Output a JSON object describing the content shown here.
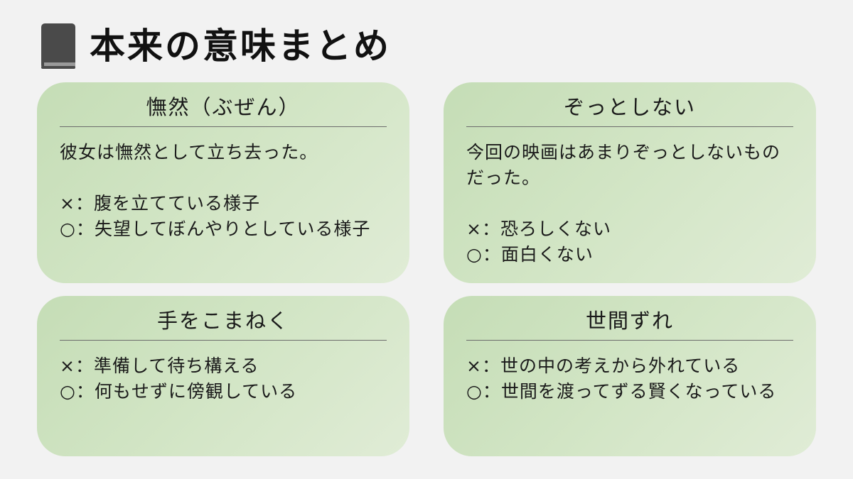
{
  "header": {
    "icon": "book-icon",
    "title": "本来の意味まとめ"
  },
  "colors": {
    "background": "#f2f2f2",
    "card": "#cfe3c2",
    "icon": "#4a4a4a"
  },
  "cards": [
    {
      "title": "憮然（ぶぜん）",
      "example": "彼女は憮然として立ち去った。",
      "wrong": {
        "mark": "×：",
        "text": "腹を立てている様子"
      },
      "right": {
        "mark": "○：",
        "text": "失望してぼんやりとしている様子"
      }
    },
    {
      "title": "ぞっとしない",
      "example": "今回の映画はあまりぞっとしないものだった。",
      "wrong": {
        "mark": "×：",
        "text": "恐ろしくない"
      },
      "right": {
        "mark": "○：",
        "text": "面白くない"
      }
    },
    {
      "title": "手をこまねく",
      "wrong": {
        "mark": "×：",
        "text": "準備して待ち構える"
      },
      "right": {
        "mark": "○：",
        "text": "何もせずに傍観している"
      }
    },
    {
      "title": "世間ずれ",
      "wrong": {
        "mark": "×：",
        "text": "世の中の考えから外れている"
      },
      "right": {
        "mark": "○：",
        "text": "世間を渡ってずる賢くなっている"
      }
    }
  ]
}
